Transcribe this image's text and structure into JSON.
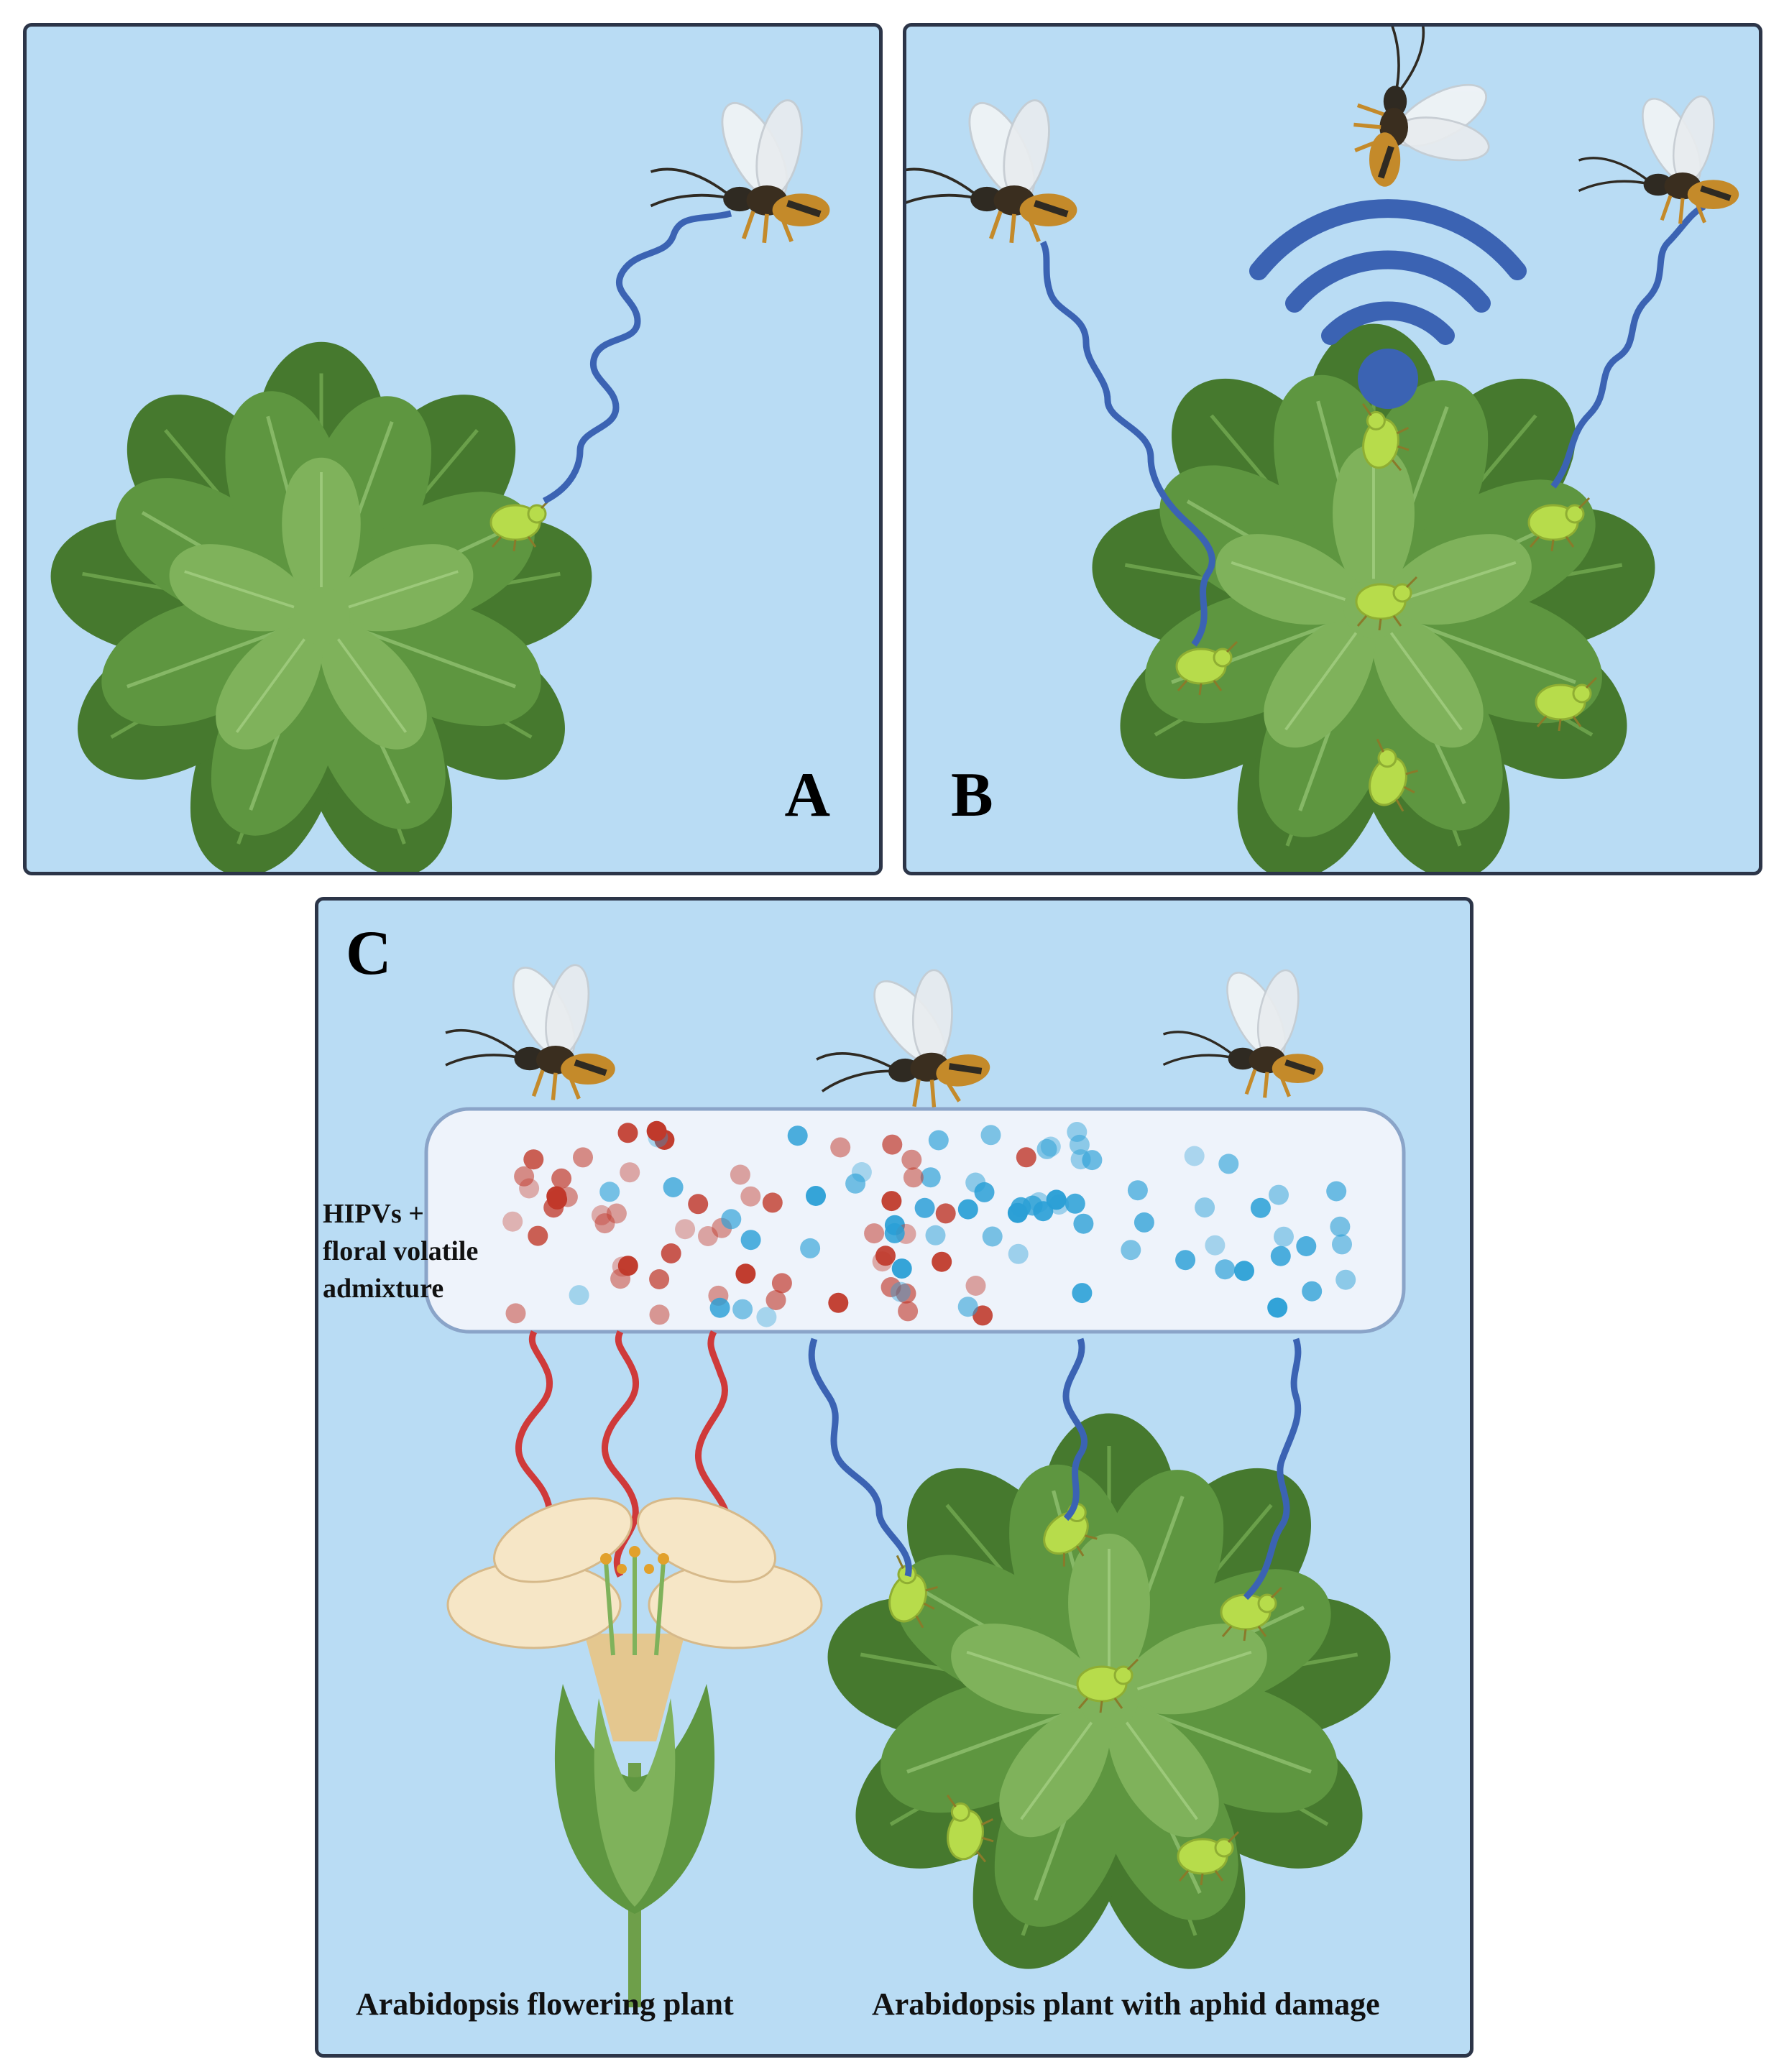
{
  "panels": {
    "a": {
      "letter": "A"
    },
    "b": {
      "letter": "B"
    },
    "c": {
      "letter": "C",
      "volatile_label": "HIPVs +\nfloral volatile\nadmixture",
      "caption_flowering": "Arabidopsis flowering plant",
      "caption_aphid": "Arabidopsis plant with aphid damage"
    }
  },
  "colors": {
    "panel_bg": "#b9dcf4",
    "panel_border": "#2c3548",
    "signal_blue": "#3b63b3",
    "signal_red": "#cf3a3a",
    "leaf_dark": "#46792e",
    "leaf_mid": "#5e9640",
    "leaf_light": "#7fb25b",
    "aphid": "#b7dc4b",
    "flower_petal": "#f6e6c6",
    "molecule_red": "#c0392b",
    "molecule_blue": "#2a9fd6"
  },
  "icons": [
    "parasitoid-wasp-icon",
    "aphid-icon",
    "rosette-plant-icon",
    "flower-icon",
    "wifi-signal-icon",
    "volatile-molecule-icon"
  ]
}
